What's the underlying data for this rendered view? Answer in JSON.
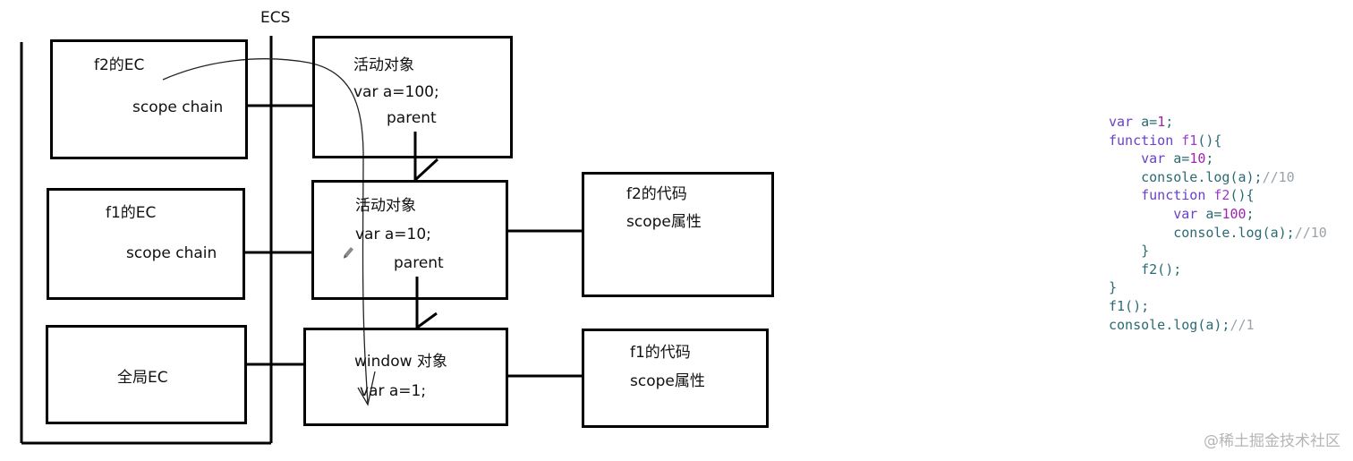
{
  "ecs_label": "ECS",
  "ec_boxes": {
    "f2": {
      "title": "f2的EC",
      "scope_chain": "scope chain"
    },
    "f1": {
      "title": "f1的EC",
      "scope_chain": "scope chain"
    },
    "global": {
      "title": "全局EC"
    }
  },
  "activation_objects": {
    "f2": {
      "title": "活动对象",
      "var_line": "var a=100;",
      "parent": "parent"
    },
    "f1": {
      "title": "活动对象",
      "var_line": "var a=10;",
      "parent": "parent"
    },
    "window": {
      "title": "window 对象",
      "var_line": "var a=1;"
    }
  },
  "code_objects": {
    "f2": {
      "title": "f2的代码",
      "scope_attr": "scope属性"
    },
    "f1": {
      "title": "f1的代码",
      "scope_attr": "scope属性"
    }
  },
  "code_listing": [
    {
      "indent": "",
      "tokens": [
        {
          "t": "var",
          "c": "kw"
        },
        {
          "t": " a=",
          "c": "plain"
        },
        {
          "t": "1",
          "c": "num"
        },
        {
          "t": ";",
          "c": "plain"
        }
      ]
    },
    {
      "indent": "",
      "tokens": [
        {
          "t": "function",
          "c": "kw"
        },
        {
          "t": " ",
          "c": "plain"
        },
        {
          "t": "f1",
          "c": "fn"
        },
        {
          "t": "(){",
          "c": "plain"
        }
      ]
    },
    {
      "indent": "    ",
      "tokens": [
        {
          "t": "var",
          "c": "kw"
        },
        {
          "t": " a=",
          "c": "plain"
        },
        {
          "t": "10",
          "c": "num"
        },
        {
          "t": ";",
          "c": "plain"
        }
      ]
    },
    {
      "indent": "    ",
      "tokens": [
        {
          "t": "console.log(a);",
          "c": "plain"
        },
        {
          "t": "//10",
          "c": "cm"
        }
      ]
    },
    {
      "indent": "    ",
      "tokens": [
        {
          "t": "function",
          "c": "kw"
        },
        {
          "t": " ",
          "c": "plain"
        },
        {
          "t": "f2",
          "c": "fn"
        },
        {
          "t": "(){",
          "c": "plain"
        }
      ]
    },
    {
      "indent": "        ",
      "tokens": [
        {
          "t": "var",
          "c": "kw"
        },
        {
          "t": " a=",
          "c": "plain"
        },
        {
          "t": "100",
          "c": "num"
        },
        {
          "t": ";",
          "c": "plain"
        }
      ]
    },
    {
      "indent": "        ",
      "tokens": [
        {
          "t": "console.log(a);",
          "c": "plain"
        },
        {
          "t": "//10",
          "c": "cm"
        }
      ]
    },
    {
      "indent": "    ",
      "tokens": [
        {
          "t": "}",
          "c": "plain"
        }
      ]
    },
    {
      "indent": "    ",
      "tokens": [
        {
          "t": "f2();",
          "c": "plain"
        }
      ]
    },
    {
      "indent": "",
      "tokens": [
        {
          "t": "}",
          "c": "plain"
        }
      ]
    },
    {
      "indent": "",
      "tokens": [
        {
          "t": "f1();",
          "c": "plain"
        }
      ]
    },
    {
      "indent": "",
      "tokens": [
        {
          "t": "console.log(a);",
          "c": "plain"
        },
        {
          "t": "//1",
          "c": "cm"
        }
      ]
    }
  ],
  "watermark": "@稀土掘金技术社区",
  "pencil_icon": "pencil-icon"
}
